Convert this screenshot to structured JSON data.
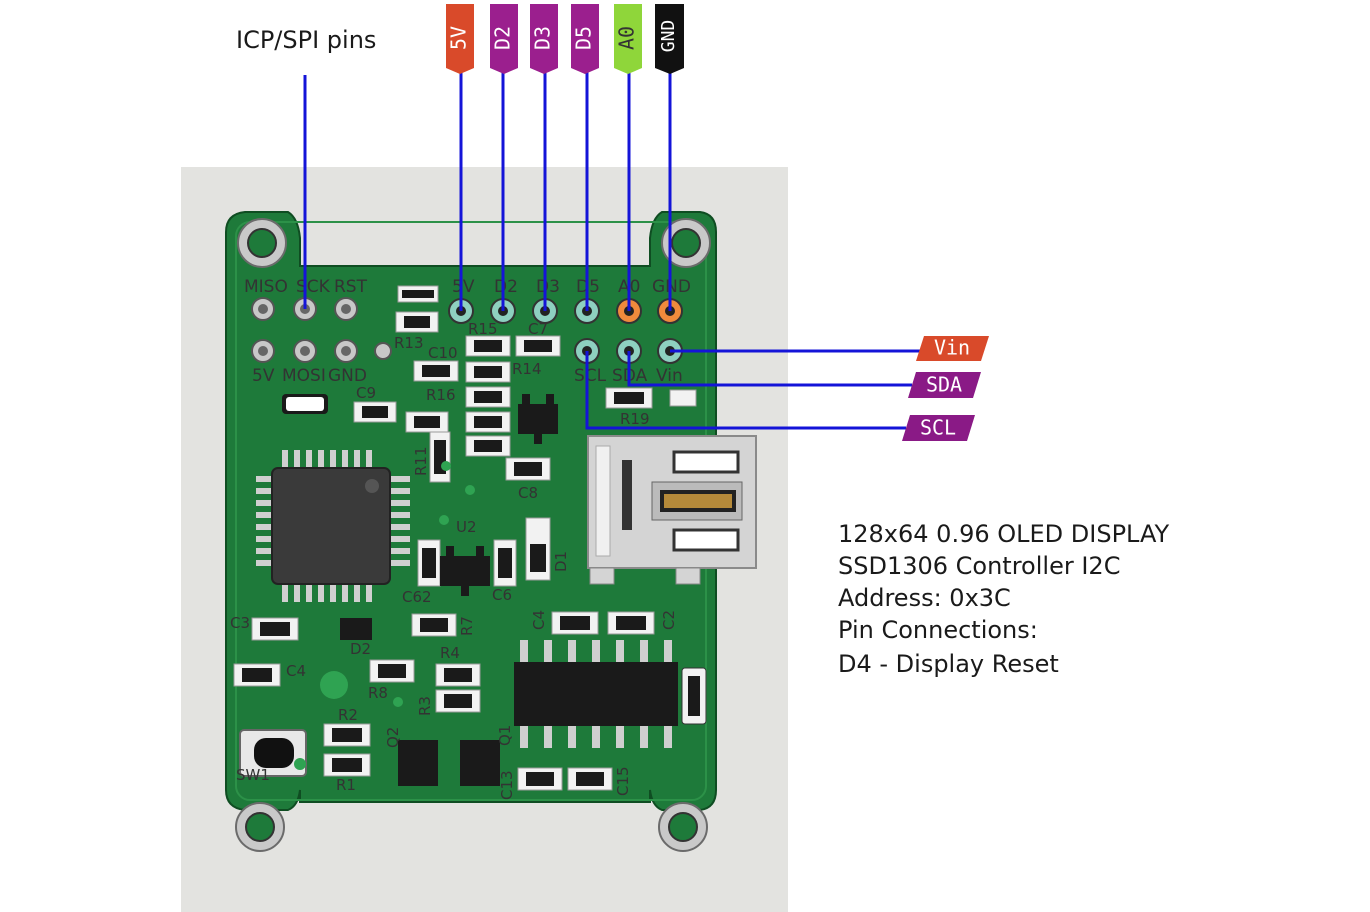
{
  "caption": "ICP/SPI pins",
  "notes": [
    "128x64 0.96 OLED DISPLAY",
    "SSD1306 Controller I2C",
    "Address: 0x3C",
    "Pin Connections:",
    "D4 - Display Reset"
  ],
  "top_pins": [
    {
      "label": "5V",
      "color": "#d94a2a"
    },
    {
      "label": "D2",
      "color": "#9b1f8e"
    },
    {
      "label": "D3",
      "color": "#9b1f8e"
    },
    {
      "label": "D5",
      "color": "#9b1f8e"
    },
    {
      "label": "A0",
      "color": "#8fd63a"
    },
    {
      "label": "GND",
      "color": "#111111"
    }
  ],
  "side_pins": [
    {
      "label": "Vin",
      "color": "#d94a2a"
    },
    {
      "label": "SDA",
      "color": "#8a1a86"
    },
    {
      "label": "SCL",
      "color": "#8a1a86"
    }
  ],
  "board": {
    "silk_top": [
      "MISO",
      "SCK",
      "RST",
      "5V",
      "D2",
      "D3",
      "D5",
      "A0",
      "GND"
    ],
    "silk_icp_bottom": [
      "5V",
      "MOSI",
      "GND"
    ],
    "silk_oled": [
      "SCL",
      "SDA",
      "Vin"
    ],
    "refdes": [
      "R13",
      "R15",
      "C7",
      "C10",
      "R14",
      "R16",
      "C9",
      "R19",
      "R11",
      "C8",
      "U2",
      "D1",
      "C62",
      "C6",
      "C3",
      "D2",
      "C4",
      "R4",
      "C4",
      "C2",
      "R8",
      "R3",
      "R7",
      "R2",
      "Q2",
      "Q1",
      "R1",
      "C13",
      "C15",
      "SW1"
    ]
  },
  "colors": {
    "wire": "#1414d8",
    "pcb": "#1e7a3a",
    "background_panel": "#e3e3e0"
  }
}
